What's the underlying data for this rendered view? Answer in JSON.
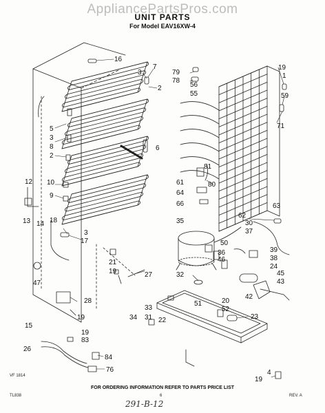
{
  "header": {
    "watermark": "AppliancePartsPros.com",
    "title": "UNIT PARTS",
    "model_line": "For Model EAV16XW-4"
  },
  "footer": {
    "ordering_note": "FOR ORDERING INFORMATION REFER TO PARTS PRICE LIST",
    "left_code": "VF 1814",
    "bottom_left": "TL838",
    "bottom_mid": "6",
    "bottom_right": "REV. A",
    "handwritten": "291-B-12"
  },
  "callouts": [
    {
      "id": "c16",
      "label": "16"
    },
    {
      "id": "c3a",
      "label": "3"
    },
    {
      "id": "c7",
      "label": "7"
    },
    {
      "id": "c2a",
      "label": "2"
    },
    {
      "id": "c5",
      "label": "5"
    },
    {
      "id": "c3b",
      "label": "3"
    },
    {
      "id": "c8",
      "label": "8"
    },
    {
      "id": "c2b",
      "label": "2"
    },
    {
      "id": "c6",
      "label": "6"
    },
    {
      "id": "c12",
      "label": "12"
    },
    {
      "id": "c10",
      "label": "10"
    },
    {
      "id": "c9",
      "label": "9"
    },
    {
      "id": "c13",
      "label": "13"
    },
    {
      "id": "c14",
      "label": "14"
    },
    {
      "id": "c18",
      "label": "18"
    },
    {
      "id": "c3c",
      "label": "3"
    },
    {
      "id": "c17",
      "label": "17"
    },
    {
      "id": "c79",
      "label": "79"
    },
    {
      "id": "c78",
      "label": "78"
    },
    {
      "id": "c56",
      "label": "56"
    },
    {
      "id": "c55",
      "label": "55"
    },
    {
      "id": "c19a",
      "label": "19"
    },
    {
      "id": "c1",
      "label": "1"
    },
    {
      "id": "c59",
      "label": "59"
    },
    {
      "id": "c71",
      "label": "71"
    },
    {
      "id": "c81",
      "label": "81"
    },
    {
      "id": "c80",
      "label": "80"
    },
    {
      "id": "c61",
      "label": "61"
    },
    {
      "id": "c64",
      "label": "64"
    },
    {
      "id": "c66",
      "label": "66"
    },
    {
      "id": "c63",
      "label": "63"
    },
    {
      "id": "c62",
      "label": "62"
    },
    {
      "id": "c35",
      "label": "35"
    },
    {
      "id": "c30",
      "label": "30"
    },
    {
      "id": "c37",
      "label": "37"
    },
    {
      "id": "c50",
      "label": "50"
    },
    {
      "id": "c39",
      "label": "39"
    },
    {
      "id": "c38",
      "label": "38"
    },
    {
      "id": "c36",
      "label": "36"
    },
    {
      "id": "c46",
      "label": "46"
    },
    {
      "id": "c24",
      "label": "24"
    },
    {
      "id": "c45",
      "label": "45"
    },
    {
      "id": "c43",
      "label": "43"
    },
    {
      "id": "c42",
      "label": "42"
    },
    {
      "id": "c32",
      "label": "32"
    },
    {
      "id": "c47",
      "label": "47"
    },
    {
      "id": "c21",
      "label": "21"
    },
    {
      "id": "c19b",
      "label": "19"
    },
    {
      "id": "c27",
      "label": "27"
    },
    {
      "id": "c28",
      "label": "28"
    },
    {
      "id": "c19c",
      "label": "19"
    },
    {
      "id": "c33",
      "label": "33"
    },
    {
      "id": "c31",
      "label": "31"
    },
    {
      "id": "c34",
      "label": "34"
    },
    {
      "id": "c22",
      "label": "22"
    },
    {
      "id": "c51",
      "label": "51"
    },
    {
      "id": "c20",
      "label": "20"
    },
    {
      "id": "c52",
      "label": "52"
    },
    {
      "id": "c23",
      "label": "23"
    },
    {
      "id": "c15",
      "label": "15"
    },
    {
      "id": "c19d",
      "label": "19"
    },
    {
      "id": "c83",
      "label": "83"
    },
    {
      "id": "c26",
      "label": "26"
    },
    {
      "id": "c84",
      "label": "84"
    },
    {
      "id": "c76",
      "label": "76"
    },
    {
      "id": "c4",
      "label": "4"
    },
    {
      "id": "c19e",
      "label": "19"
    }
  ]
}
